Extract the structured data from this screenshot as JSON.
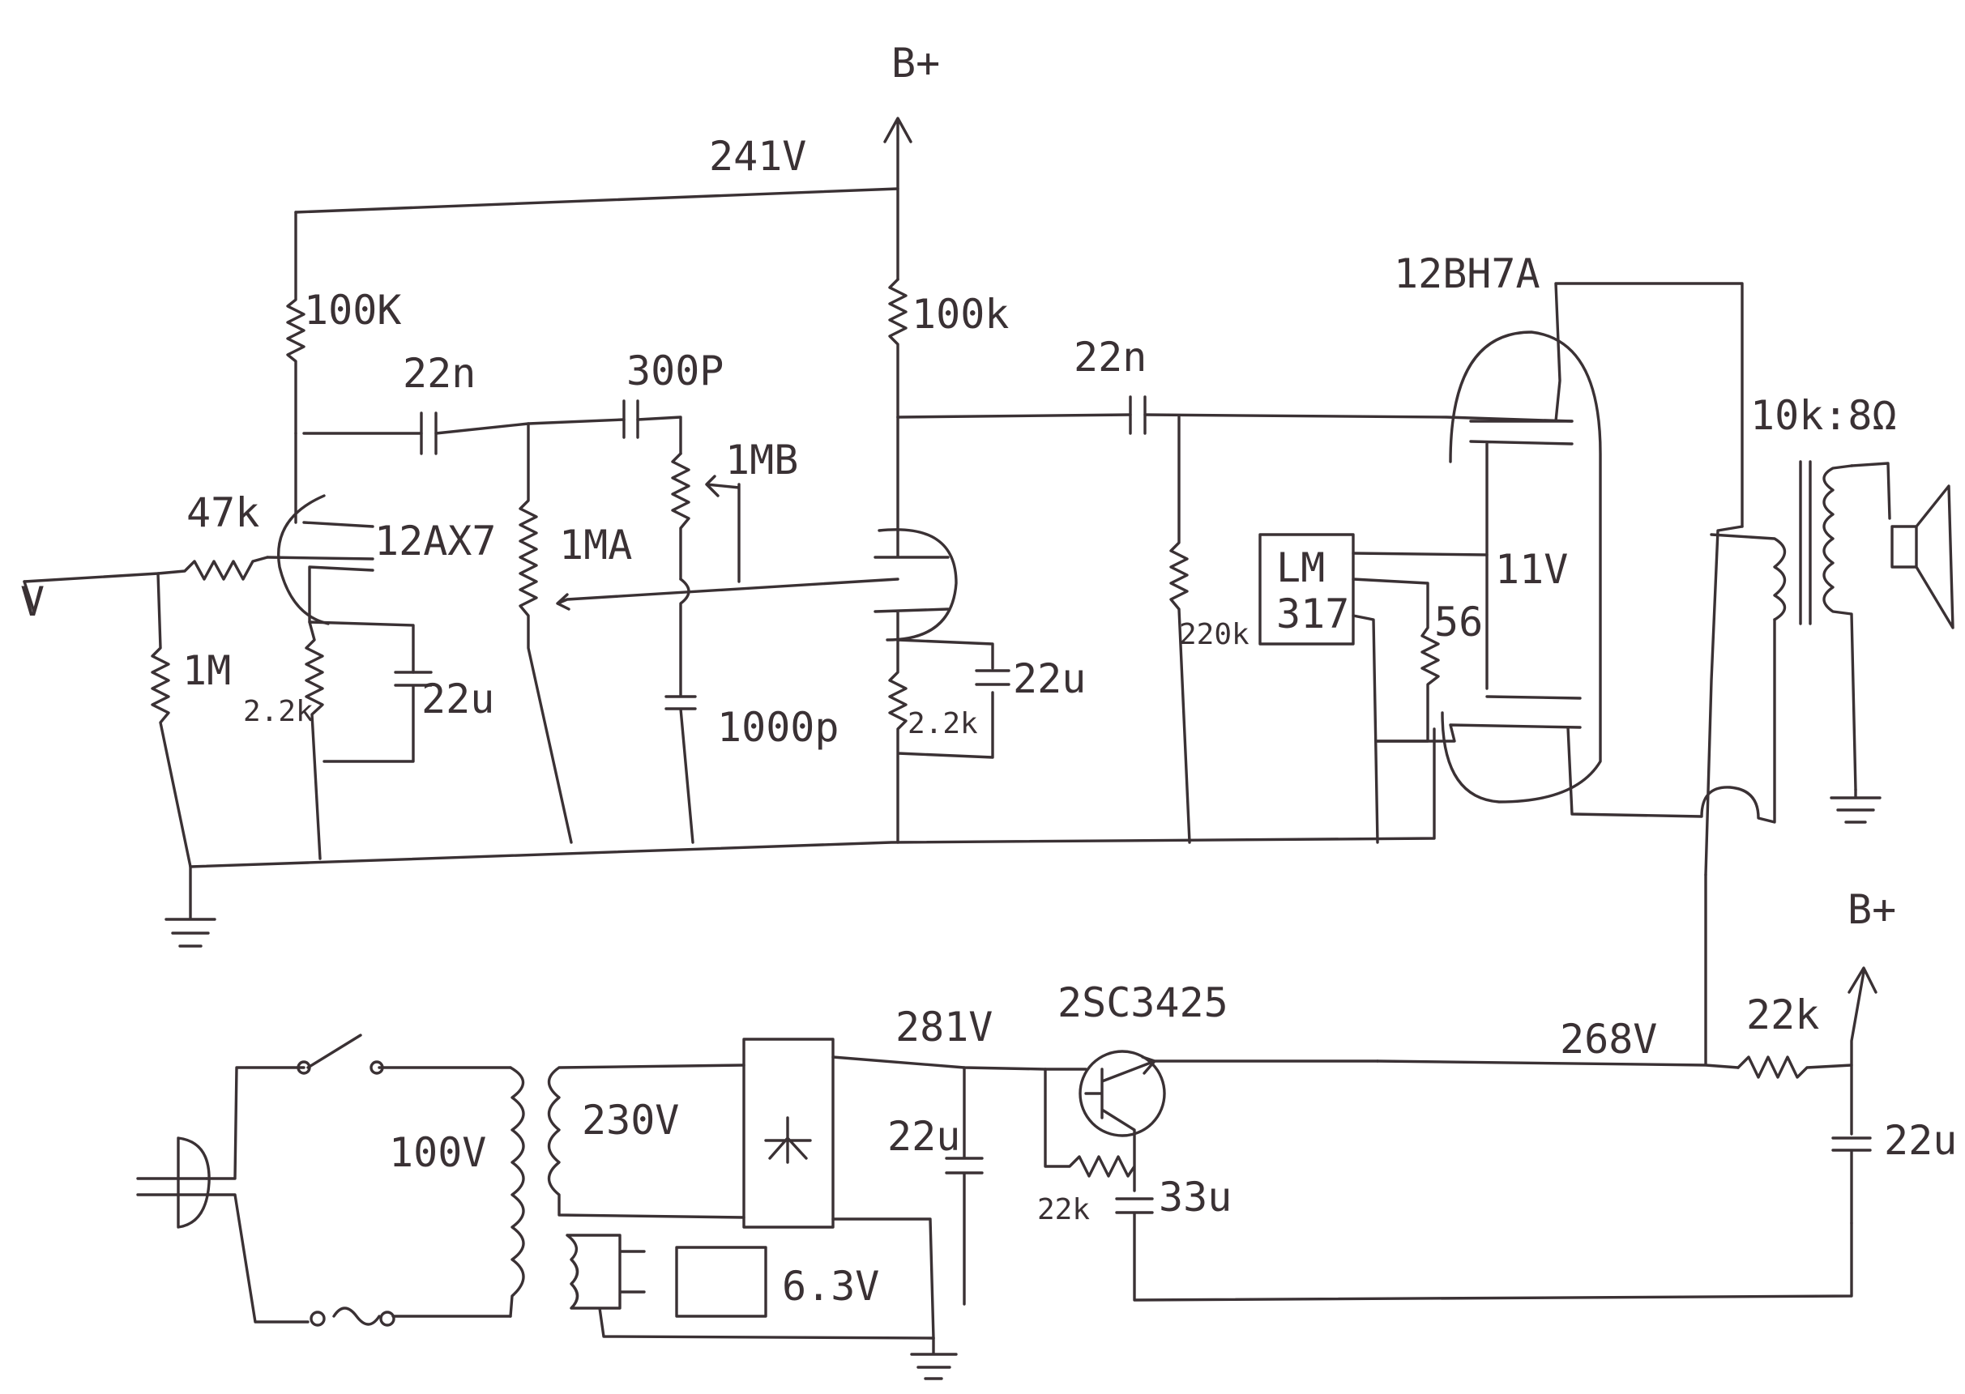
{
  "labels": {
    "bplus_top": "B+",
    "v_241": "241V",
    "r_100k_left": "100K",
    "r_100k_mid": "100k",
    "c_22n_left": "22n",
    "c_300p": "300P",
    "c_22n_right": "22n",
    "tube_12bh7a": "12BH7A",
    "xfmr_out": "10k:8Ω",
    "pot_1mb": "1MB",
    "r_47k": "47k",
    "tube_12ax7": "12AX7",
    "pot_1ma": "1MA",
    "r_1m": "1M",
    "r_2k2_left": "2.2k",
    "c_22u_left": "22u",
    "c_1000p": "1000p",
    "r_2k2_mid": "2.2k",
    "c_22u_mid": "22u",
    "r_220k": "220k",
    "reg_line1": "LM",
    "reg_line2": "317",
    "r_56": "56",
    "v_11": "11V",
    "input_v": "V",
    "bplus_bottom": "B+",
    "q_2sc3425": "2SC3425",
    "v_281": "281V",
    "v_268": "268V",
    "r_22k_out": "22k",
    "c_22u_out": "22u",
    "v_100": "100V",
    "v_230": "230V",
    "c_22u_filter": "22u",
    "r_22k_base": "22k",
    "c_33u": "33u",
    "v_6_3": "6.3V"
  }
}
